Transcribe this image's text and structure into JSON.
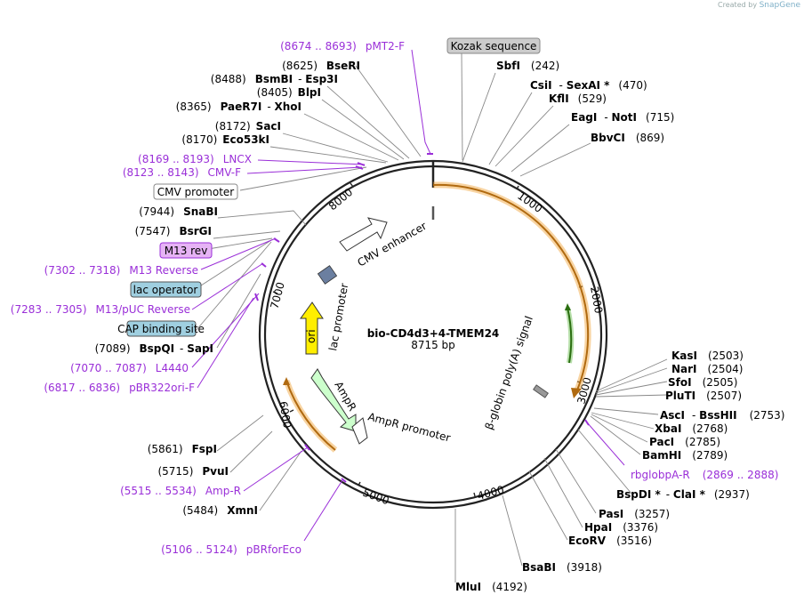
{
  "credit": {
    "prefix": "Created by",
    "brand": "SnapGene"
  },
  "plasmid": {
    "name": "bio-CD4d3+4-TMEM24",
    "size": "8715 bp"
  },
  "ticks": [
    "1000",
    "2000",
    "3000",
    "4000",
    "5000",
    "6000",
    "7000",
    "8000"
  ],
  "features": {
    "cmv_enhancer": "CMV enhancer",
    "lac_promoter": "lac promoter",
    "ori": "ori",
    "ampr": "AmpR",
    "ampr_promoter": "AmpR promoter",
    "polya": "β-globin poly(A) signal"
  },
  "boxed_labels": {
    "kozak": "Kozak sequence",
    "cmv_promoter": "CMV promoter",
    "m13_rev": "M13 rev",
    "lac_operator": "lac operator",
    "cap_site": "CAP binding site"
  },
  "sites_left": [
    {
      "pos": "(8625)",
      "name": "BseRI"
    },
    {
      "pos": "(8488)",
      "name": "BsmBI",
      "name2": "Esp3I"
    },
    {
      "pos": "(8405)",
      "name": "BlpI"
    },
    {
      "pos": "(8365)",
      "name": "PaeR7I",
      "name2": "XhoI"
    },
    {
      "pos": "(8172)",
      "name": "SacI"
    },
    {
      "pos": "(8170)",
      "name": "Eco53kI"
    },
    {
      "pos": "(7944)",
      "name": "SnaBI"
    },
    {
      "pos": "(7547)",
      "name": "BsrGI"
    },
    {
      "pos": "(7089)",
      "name": "BspQI",
      "name2": "SapI"
    },
    {
      "pos": "(5861)",
      "name": "FspI"
    },
    {
      "pos": "(5715)",
      "name": "PvuI"
    },
    {
      "pos": "(5484)",
      "name": "XmnI"
    }
  ],
  "sites_right": [
    {
      "name": "SbfI",
      "pos": "(242)"
    },
    {
      "name": "CsiI",
      "name2": "SexAI *",
      "pos": "(470)"
    },
    {
      "name": "KflI",
      "pos": "(529)"
    },
    {
      "name": "EagI",
      "name2": "NotI",
      "pos": "(715)"
    },
    {
      "name": "BbvCI",
      "pos": "(869)"
    },
    {
      "name": "KasI",
      "pos": "(2503)"
    },
    {
      "name": "NarI",
      "pos": "(2504)"
    },
    {
      "name": "SfoI",
      "pos": "(2505)"
    },
    {
      "name": "PluTI",
      "pos": "(2507)"
    },
    {
      "name": "AscI",
      "name2": "BssHII",
      "pos": "(2753)"
    },
    {
      "name": "XbaI",
      "pos": "(2768)"
    },
    {
      "name": "PacI",
      "pos": "(2785)"
    },
    {
      "name": "BamHI",
      "pos": "(2789)"
    },
    {
      "name": "BspDI *",
      "name2": "ClaI *",
      "pos": "(2937)"
    },
    {
      "name": "PasI",
      "pos": "(3257)"
    },
    {
      "name": "HpaI",
      "pos": "(3376)"
    },
    {
      "name": "EcoRV",
      "pos": "(3516)"
    }
  ],
  "sites_bottom": [
    {
      "name": "BsaBI",
      "pos": "(3918)"
    },
    {
      "name": "MluI",
      "pos": "(4192)"
    }
  ],
  "primers": [
    {
      "range": "(8674 .. 8693)",
      "name": "pMT2-F"
    },
    {
      "range": "(8169 .. 8193)",
      "name": "LNCX"
    },
    {
      "range": "(8123 .. 8143)",
      "name": "CMV-F"
    },
    {
      "range": "(7302 .. 7318)",
      "name": "M13 Reverse"
    },
    {
      "range": "(7283 .. 7305)",
      "name": "M13/pUC Reverse"
    },
    {
      "range": "(7070 .. 7087)",
      "name": "L4440"
    },
    {
      "range": "(6817 .. 6836)",
      "name": "pBR322ori-F"
    },
    {
      "range": "(5515 .. 5534)",
      "name": "Amp-R"
    },
    {
      "range": "(5106 .. 5124)",
      "name": "pBRforEco"
    },
    {
      "name": "rbglobpA-R",
      "range": "(2869 .. 2888)"
    }
  ],
  "colors": {
    "backbone": "#222222",
    "primer": "#9a2fd8",
    "orange": "#f0a030",
    "ori_fill": "#ffee00",
    "ampr_fill": "#ccffcc",
    "m13_box": "#e6b3f5",
    "blue_box": "#9fcfe0"
  }
}
